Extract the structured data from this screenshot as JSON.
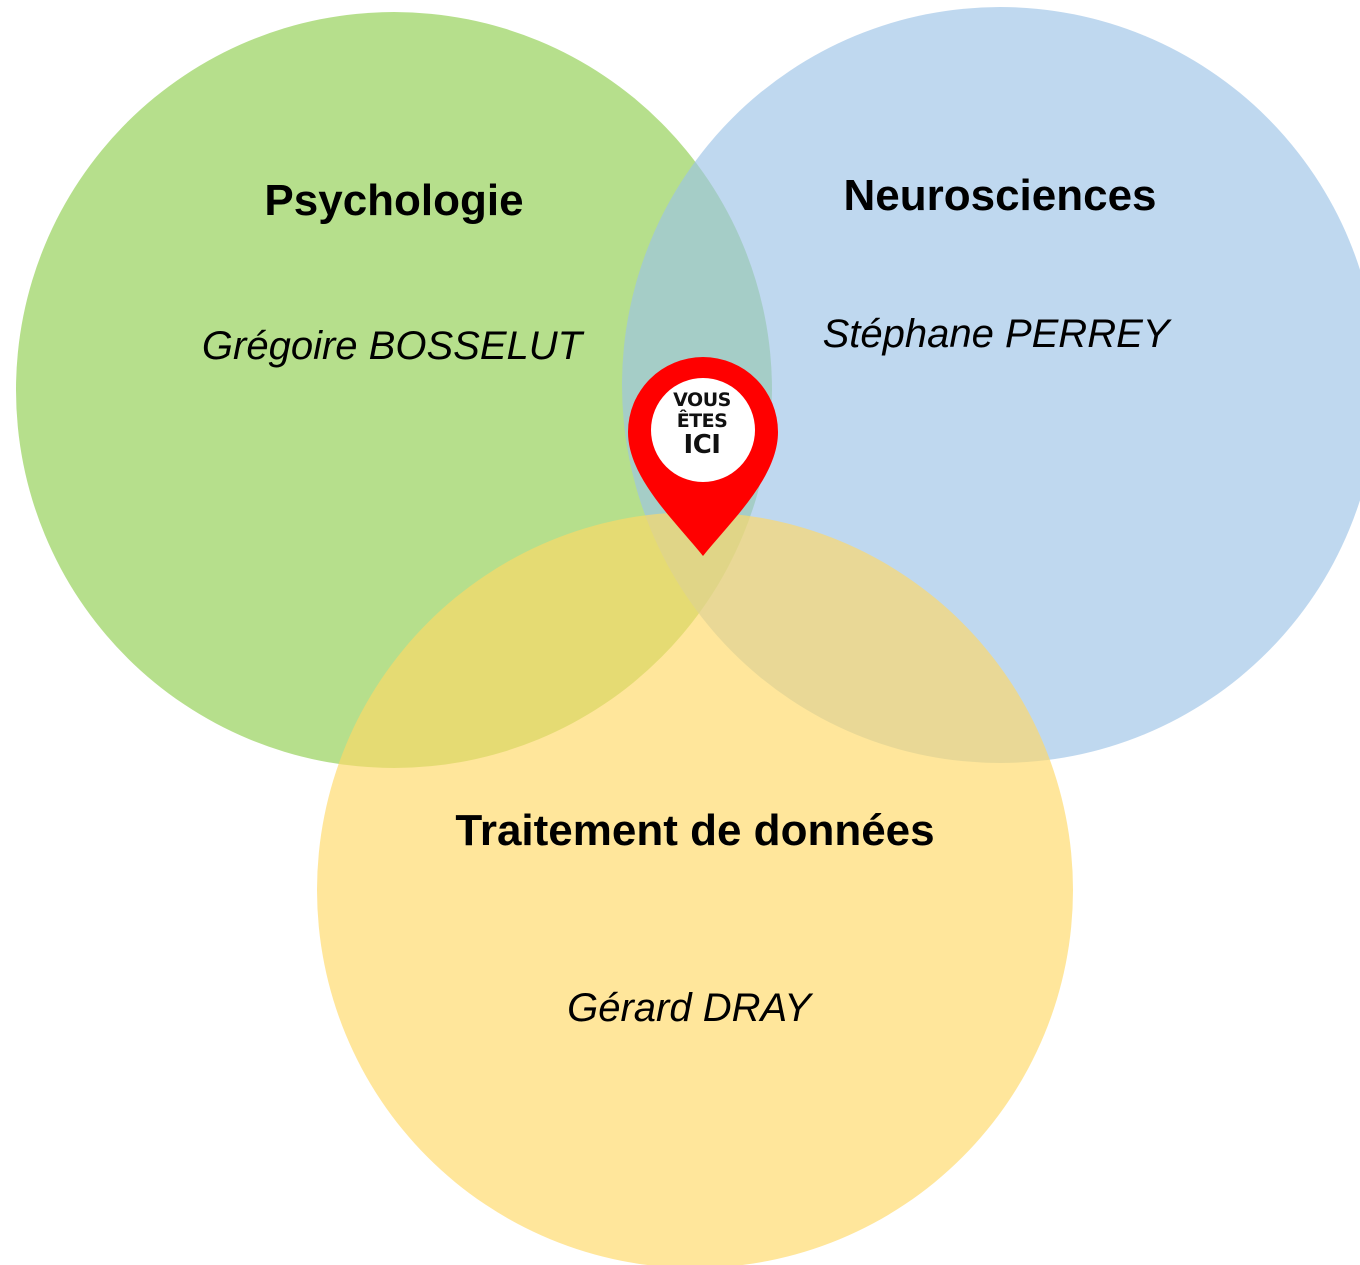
{
  "circles": [
    {
      "id": "psychologie",
      "title": "Psychologie",
      "person": "Grégoire BOSSELUT",
      "color": "#8fce4f"
    },
    {
      "id": "neurosciences",
      "title": "Neurosciences",
      "person": "Stéphane PERREY",
      "color": "#9dc3e6"
    },
    {
      "id": "traitement",
      "title": "Traitement de données",
      "person": "Gérard DRAY",
      "color": "#ffd966"
    }
  ],
  "marker": {
    "line1": "VOUS",
    "line2": "ÊTES",
    "line3": "ICI",
    "color": "#ff0000",
    "icon": "location-pin-icon"
  }
}
